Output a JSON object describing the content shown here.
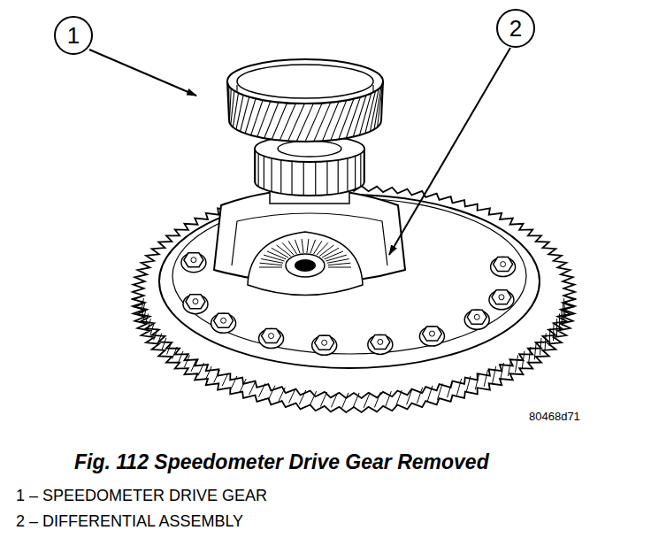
{
  "diagram": {
    "caption": "Fig. 112 Speedometer Drive Gear Removed",
    "nodes": [
      {
        "text": [
          "1"
        ]
      },
      {
        "text": [
          "2"
        ]
      }
    ],
    "labels": [
      "80468d71",
      "1 – SPEEDOMETER DRIVE GEAR",
      "2 – DIFFERENTIAL ASSEMBLY"
    ]
  }
}
